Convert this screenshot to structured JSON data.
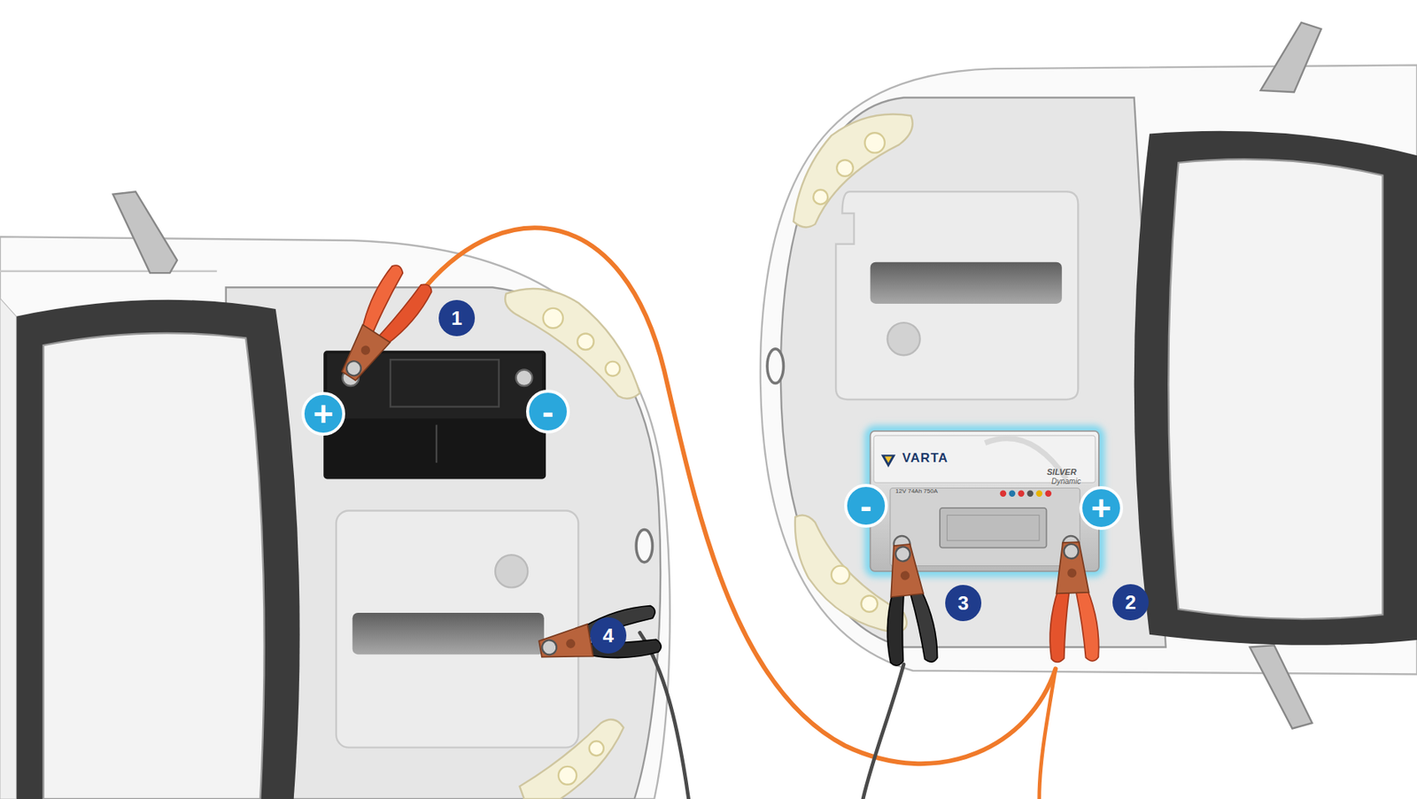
{
  "diagram": {
    "nodes": [
      {
        "text": [
          "1"
        ]
      },
      {
        "text": [
          "+"
        ]
      },
      {
        "text": [
          "-"
        ]
      },
      {
        "text": [
          "-"
        ]
      },
      {
        "text": [
          "+"
        ]
      },
      {
        "text": [
          "3"
        ]
      },
      {
        "text": [
          "2"
        ]
      },
      {
        "text": [
          "4"
        ]
      }
    ],
    "labels": [
      "VARTA",
      "SILVER",
      "Dynamic",
      "12V 74Ah 750A"
    ]
  }
}
